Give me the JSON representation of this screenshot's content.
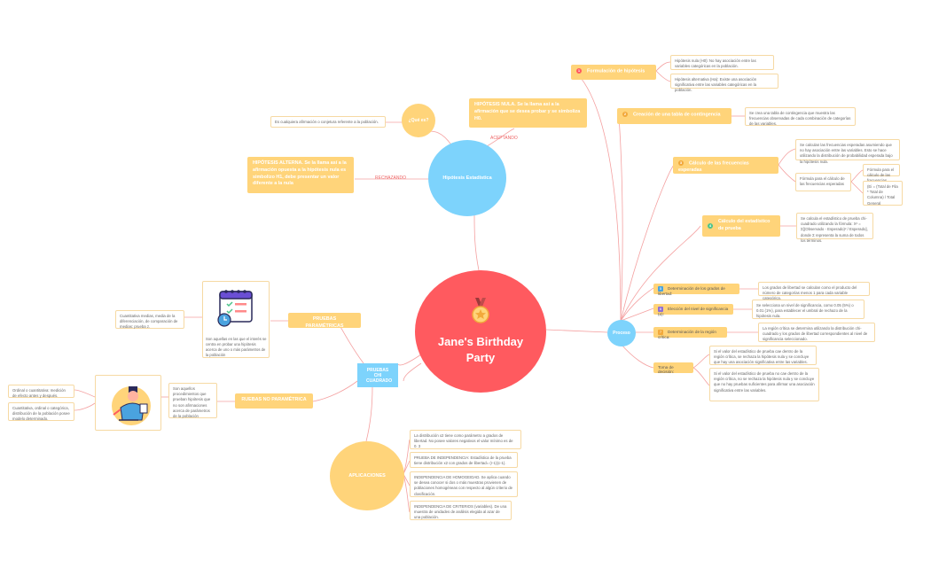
{
  "central": {
    "title": "Jane's Birthday Party"
  },
  "hipotesis": {
    "title": "Hipótesis Estadística",
    "que_es": "¿Qué es?",
    "que_es_text": "Es cualquiera afirmación o conjetura referente a la población.",
    "nula": "HIPÓTESIS NULA. Se la llama así a la afirmación que se desea probar y se simboliza H0.",
    "alterna": "HIPÓTESIS ALTERNA. Se la llama así a la afirmación opuesta a la hipótesis nula es simbolizo H1, debe presentar un valor diferente a la nula",
    "aceptando": "ACEPTANDO",
    "rechazando": "RECHAZANDO"
  },
  "proceso": {
    "title": "Proceso",
    "steps": [
      {
        "num": "1",
        "label": "Formulación de hipótesis"
      },
      {
        "num": "2",
        "label": "Creación de una tabla de contingencia"
      },
      {
        "num": "3",
        "label": "Cálculo de las frecuencias esperadas"
      },
      {
        "num": "4",
        "label": "Cálculo del estadístico de prueba"
      }
    ],
    "step1_h0": "Hipótesis nula (H0): No hay asociación entre las variables categóricas en la población.",
    "step1_ha": "Hipótesis alternativa (Ha): Existe una asociación significativa entre las variables categóricas en la población.",
    "step2_text": "Se crea una tabla de contingencia que muestra las frecuencias observadas de cada combinación de categorías de las variables.",
    "step3_text": "Se calculan las frecuencias esperadas asumiendo que no hay asociación entre las variables. Esto se hace utilizando la distribución de probabilidad esperada bajo la hipótesis nula.",
    "step3_sub": "Fórmula para el cálculo de las frecuencias esperadas",
    "step3_sub2": "Fórmula para el cálculo de las frecuencias esperadas:",
    "step3_formula": "(Ei = (Total de Fila * Total de Columna) / Total General",
    "step4_text": "Se calcula el estadístico de prueba chi-cuadrado utilizando la fórmula: X² = Σ[(Observado - Esperado)² / Esperado], donde Σ representa la suma de todos los términos.",
    "steps2": [
      {
        "num": "5",
        "label": "Determinación de los grados de libertad:"
      },
      {
        "num": "6",
        "label": "Elección del nivel de significancia (α):"
      },
      {
        "num": "7",
        "label": "Determinación de la región crítica:"
      },
      {
        "num": "",
        "label": "Toma de decisión:"
      }
    ],
    "step5_text": "Los grados de libertad se calculan como el producto del número de categorías menos 1 para cada variable categórica.",
    "step6_text": "Se selecciona un nivel de significancia, como 0.05 (5%) o 0.01 (1%), para establecer el umbral de rechazo de la hipótesis nula.",
    "step7_text": "La región crítica se determina utilizando la distribución chi-cuadrado y los grados de libertad correspondientes al nivel de significancia seleccionado.",
    "decision1": "Si el valor del estadístico de prueba cae dentro de la región crítica, se rechaza la hipótesis nula y se concluye que hay una asociación significativa entre las variables.",
    "decision2": "Si el valor del estadístico de prueba no cae dentro de la región crítica, no se rechaza la hipótesis nula y se concluye que no hay pruebas suficientes para afirmar una asociación significativa entre las variables."
  },
  "chi": {
    "title": "PRUEBAS CHI CUADRADO"
  },
  "parametricas": {
    "title": "PRUEBAS PARAMÉTRICAS",
    "desc": "Son aquellas en las que el interés se centra en probar una hipótesis acerca de uno o más parámetros de la población",
    "example": "Cuantitativa medias, media de la diferenciación, de comparación de medias: prueba z."
  },
  "no_parametricas": {
    "title": "RUEBAS NO PARAMÉTRICA",
    "desc": "Son aquellos procedimientos que prueban hipótesis que no son afirmaciones acerca de parámetros de la población",
    "ex1": "Ordinal o cuantitativa: medición de efecto antes y después.",
    "ex2": "Cuantitativa, ordinal o categórica, distribución de la población posee modelo determinado."
  },
  "aplicaciones": {
    "title": "APLICACIONES",
    "items": [
      "La distribución x2 tiene como parámetro a grados de libertad. No posee valores negativos el valor mínimo es de 0. 3",
      "PRUEBA DE INDEPENDENCIA: Estadística de la prueba tiene distribución x2 con grados de libertad= (r-1)(c-1).",
      "INDEPENDENCIA DE HOMOGEIDAD. Se aplica cuando se desea conocer si dos o más muestras provienen de poblaciones homogéneas con respecto al algún criterio de clasificación.",
      "INDEPENDENCIA DE CRITERIOS (variables). De una muestra de unidades de análisis elegida al azar de una población."
    ]
  },
  "colors": {
    "central": "#ff5a5f",
    "blue": "#7dd3fc",
    "yellow": "#ffd47a",
    "line": "#f4a0a0"
  }
}
